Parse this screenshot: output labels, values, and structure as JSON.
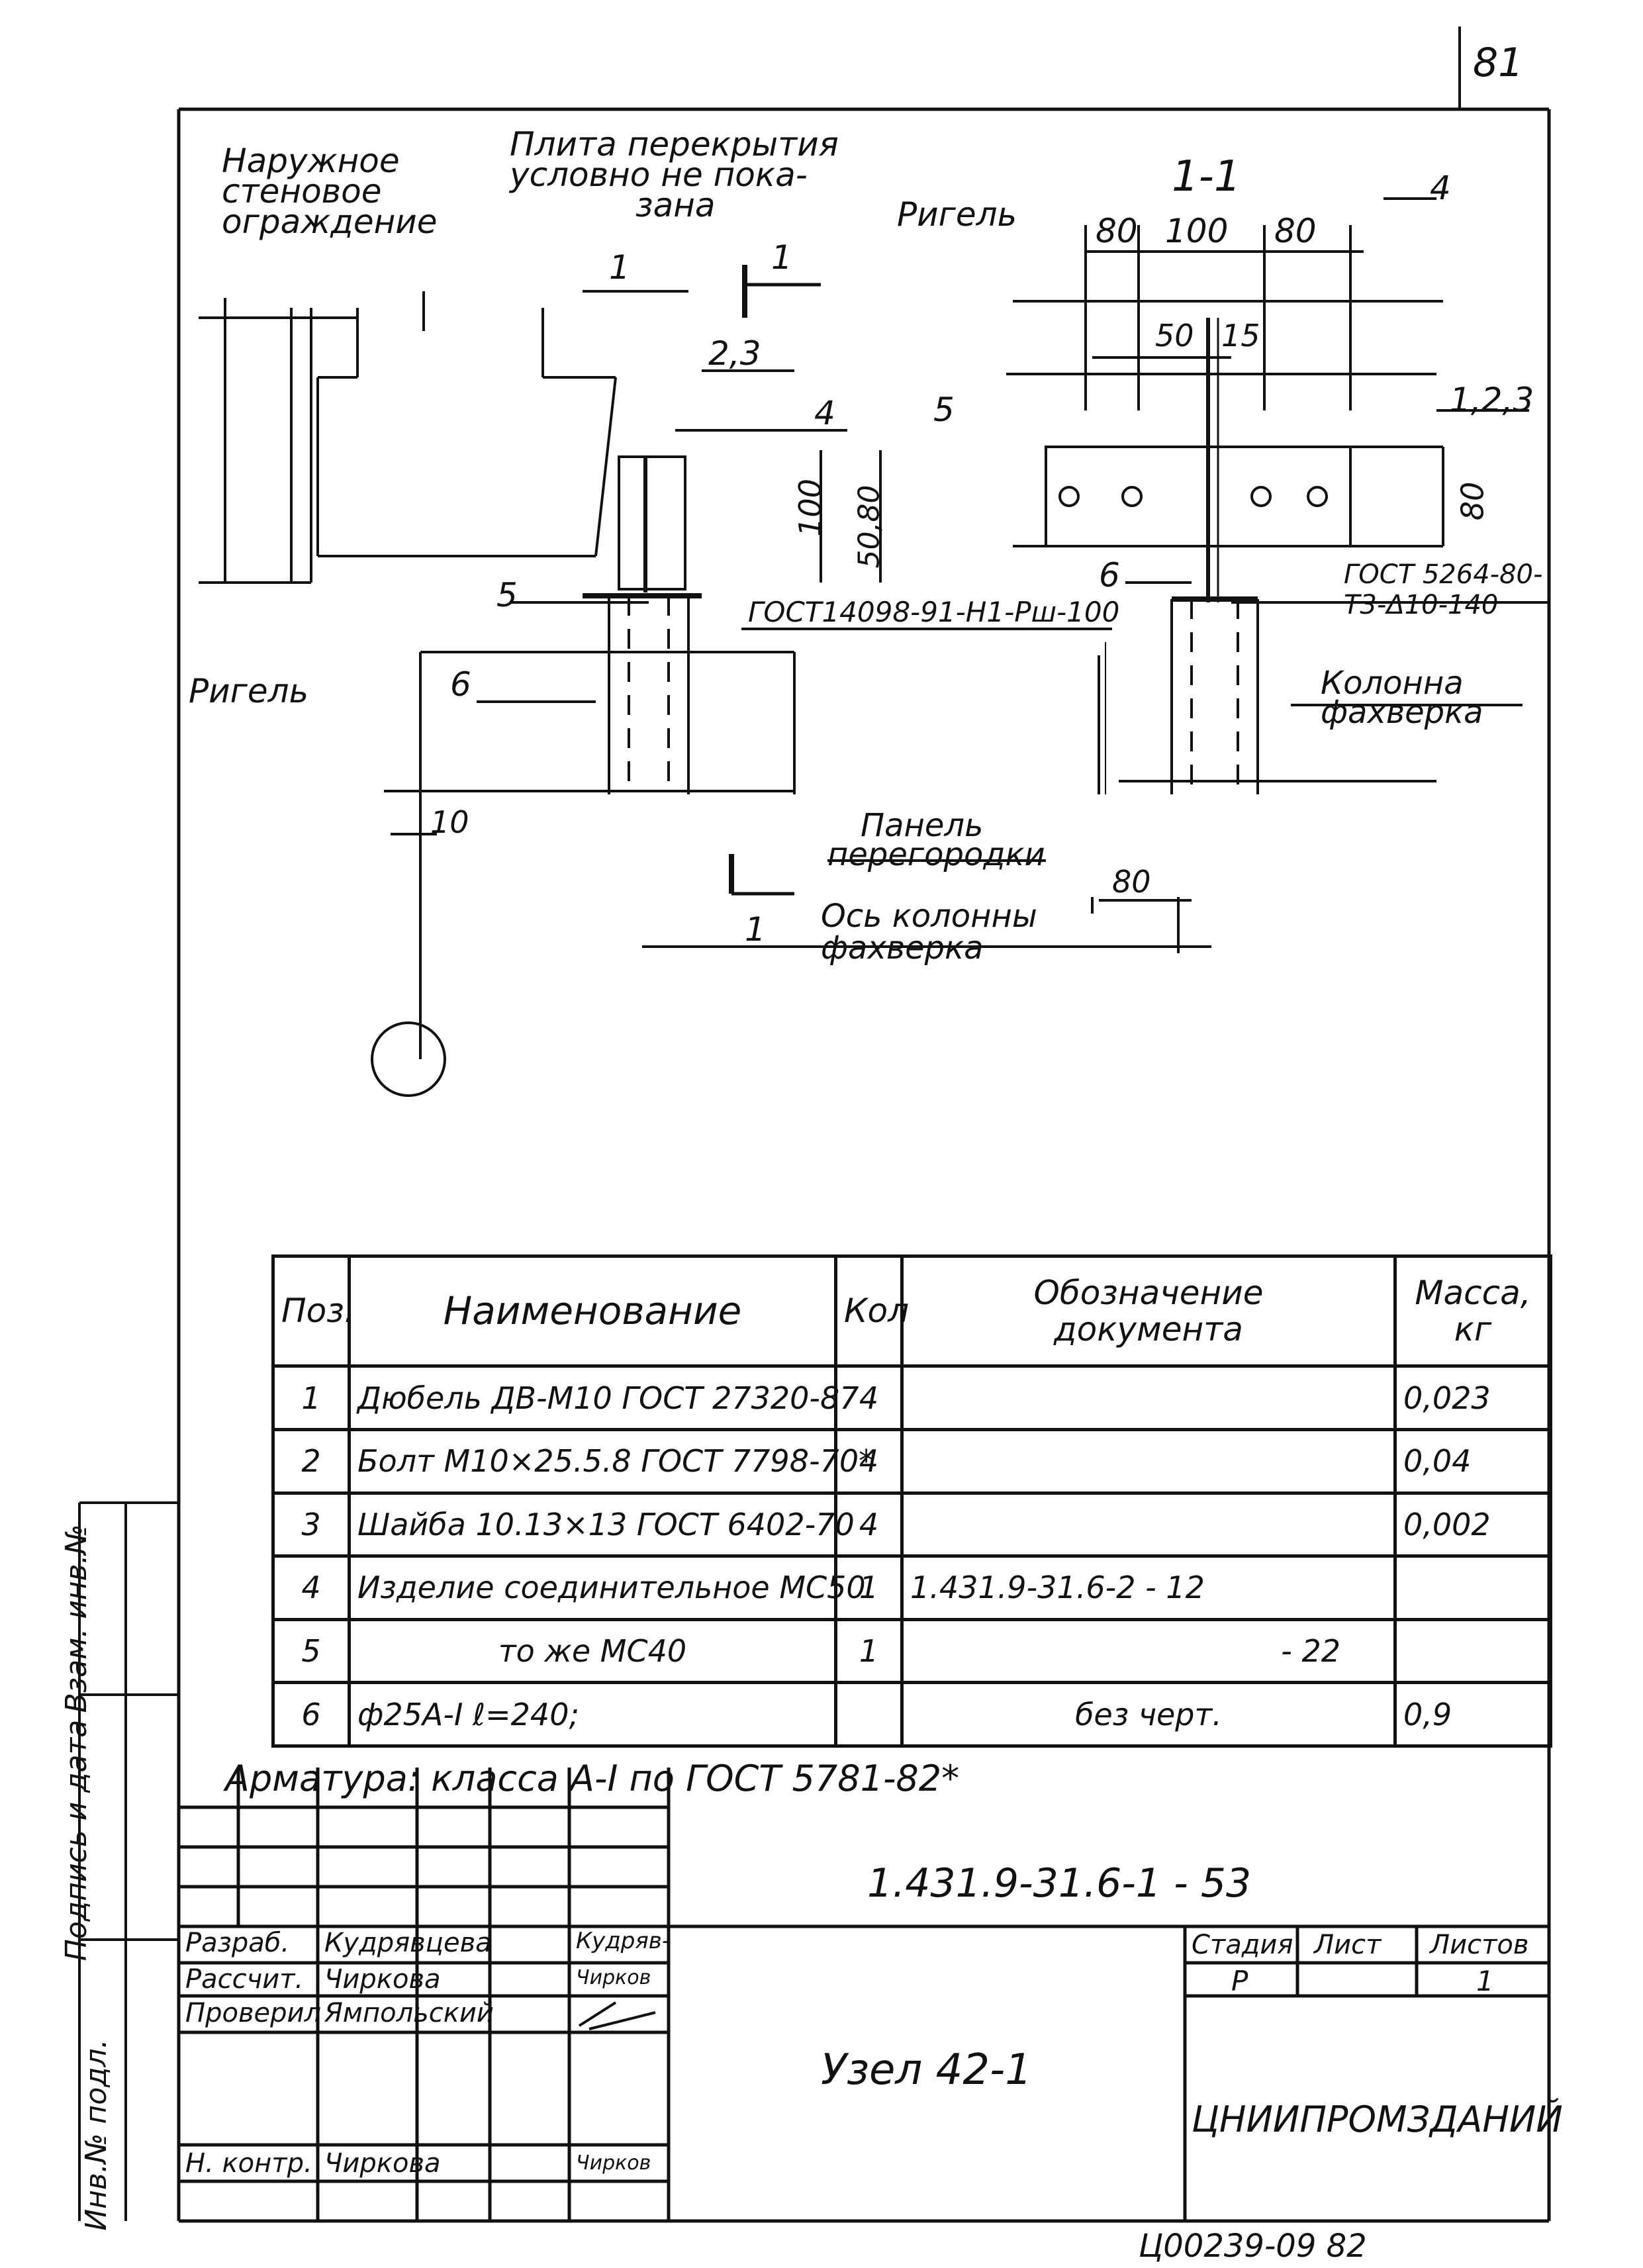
{
  "sheet": {
    "page_number": "81",
    "bottom_code": "Ц00239-09  82"
  },
  "drawing": {
    "labels": {
      "outer_wall": [
        "Наружное",
        "стеновое",
        "ограждение"
      ],
      "slab": [
        "Плита перекрытия",
        "условно не пока-",
        "зана"
      ],
      "rigel_top": "Ригель",
      "rigel_left": "Ригель",
      "rigel_mid": "Ригель",
      "section": "1-1",
      "section_mark_top": "1",
      "section_mark_bottom": "1",
      "column": [
        "Колонна",
        "фахверка"
      ],
      "panel": [
        "Панель",
        "перегородки"
      ],
      "axis": [
        "Ось колонны",
        "фахверка"
      ],
      "gost_dowel": "ГОСТ14098-91-Н1-Рш-100",
      "gost_weld": [
        "ГОСТ 5264-80-",
        "Т3-Δ10-140"
      ]
    },
    "callouts": [
      "1",
      "2,3",
      "4",
      "5",
      "6",
      "5",
      "6",
      "4",
      "1,2,3"
    ],
    "dimensions": {
      "top_80a": "80",
      "top_100": "100",
      "top_80b": "80",
      "d50": "50",
      "d15": "15",
      "h80": "80",
      "h100": "100",
      "h50_80": "50,80",
      "w10": "10",
      "w80": "80"
    }
  },
  "spec": {
    "headers": {
      "pos": "Поз.",
      "name": "Наименование",
      "qty": "Кол",
      "doc": [
        "Обозначение",
        "документа"
      ],
      "mass": [
        "Масса,",
        "кг"
      ]
    },
    "rows": [
      {
        "pos": "1",
        "name": "Дюбель ДВ-М10 ГОСТ 27320-87",
        "qty": "4",
        "doc": "",
        "mass": "0,023"
      },
      {
        "pos": "2",
        "name": "Болт М10×25.5.8 ГОСТ 7798-70*",
        "qty": "4",
        "doc": "",
        "mass": "0,04"
      },
      {
        "pos": "3",
        "name": "Шайба 10.13×13 ГОСТ 6402-70",
        "qty": "4",
        "doc": "",
        "mass": "0,002"
      },
      {
        "pos": "4",
        "name": "Изделие соединительное МС50",
        "qty": "1",
        "doc": "1.431.9-31.6-2 - 12",
        "mass": ""
      },
      {
        "pos": "5",
        "name": "то же       МС40",
        "qty": "1",
        "doc": "- 22",
        "mass": ""
      },
      {
        "pos": "6",
        "name": "ф25А-I  ℓ=240;",
        "qty": "",
        "doc": "без черт.",
        "mass": "0,9"
      }
    ],
    "note": "Арматура: класса А-I по ГОСТ 5781-82*"
  },
  "title_block": {
    "code": "1.431.9-31.6-1    - 53",
    "title": "Узел 42-1",
    "org": "ЦНИИПРОМЗДАНИЙ",
    "stage_label": "Стадия",
    "sheet_label": "Лист",
    "sheets_label": "Листов",
    "stage": "Р",
    "sheet": "",
    "sheets": "1",
    "roles": [
      {
        "role": "Разраб.",
        "name": "Кудрявцева",
        "sign": "Кудряв-"
      },
      {
        "role": "Рассчит.",
        "name": "Чиркова",
        "sign": "Чирков"
      },
      {
        "role": "Проверил",
        "name": "Ямпольский",
        "sign": ""
      },
      {
        "role": "",
        "name": "",
        "sign": ""
      },
      {
        "role": "Н. контр.",
        "name": "Чиркова",
        "sign": "Чирков"
      }
    ],
    "side_stamp": [
      "Инв.№ подл.",
      "Подпись и дата",
      "Взам. инв.№"
    ]
  }
}
